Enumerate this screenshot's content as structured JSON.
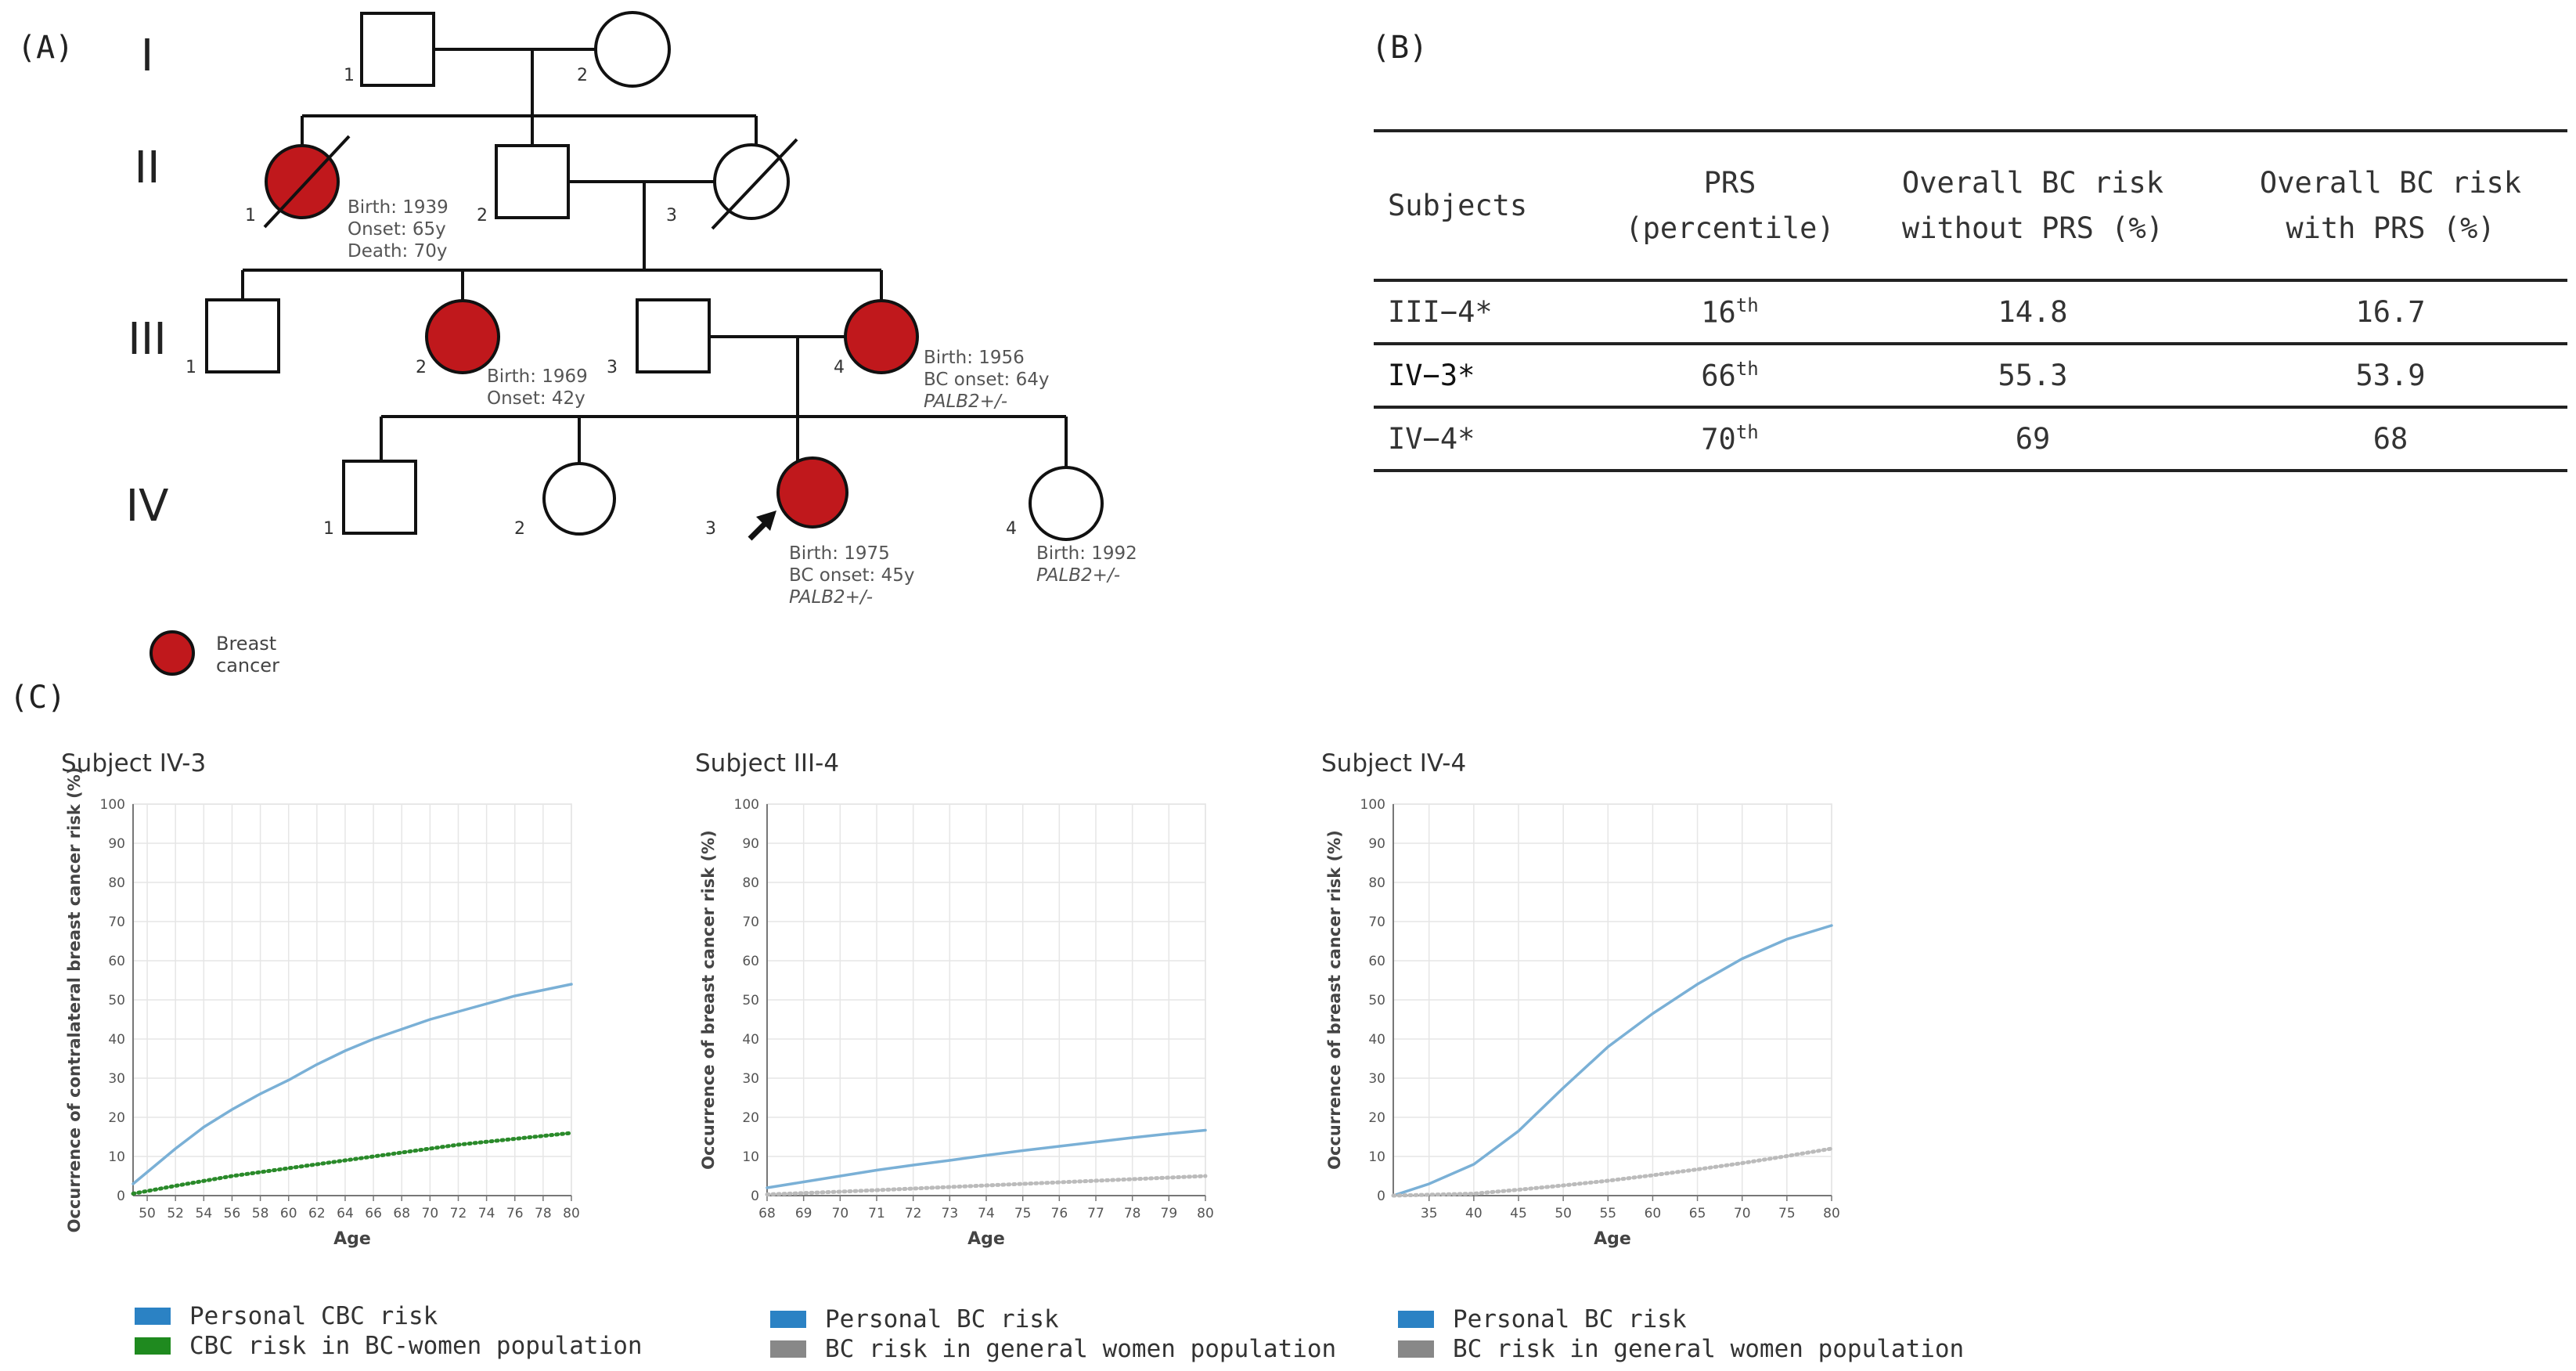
{
  "panels": {
    "a": "(A)",
    "b": "(B)",
    "c": "(C)"
  },
  "pedigree": {
    "generations": [
      "I",
      "II",
      "III",
      "IV"
    ],
    "individual_numbers": {
      "I1": "1",
      "I2": "2",
      "II1": "1",
      "II2": "2",
      "II3": "3",
      "III1": "1",
      "III2": "2",
      "III3": "3",
      "III4": "4",
      "IV1": "1",
      "IV2": "2",
      "IV3": "3",
      "IV4": "4"
    },
    "notes": {
      "II1": [
        "Birth: 1939",
        "Onset: 65y",
        "Death: 70y"
      ],
      "III2": [
        "Birth: 1969",
        "Onset: 42y"
      ],
      "III4": [
        "Birth: 1956",
        "BC onset: 64y",
        "PALB2+/-"
      ],
      "IV3": [
        "Birth: 1975",
        "BC onset: 45y",
        "PALB2+/-"
      ],
      "IV4": [
        "Birth: 1992",
        "PALB2+/-"
      ]
    },
    "legend": {
      "line1": "Breast",
      "line2": "cancer"
    },
    "affected_color": "#c0181c"
  },
  "table": {
    "headers": {
      "subjects": "Subjects",
      "prs_1": "PRS",
      "prs_2": "(percentile)",
      "without_1": "Overall BC risk",
      "without_2": "without PRS (%)",
      "with_1": "Overall BC risk",
      "with_2": "with PRS (%)"
    },
    "rows": [
      {
        "subject": "III−4*",
        "prs": "16",
        "prs_sup": "th",
        "without": "14.8",
        "with": "16.7"
      },
      {
        "subject": "IV−3*",
        "prs": "66",
        "prs_sup": "th",
        "without": "55.3",
        "with": "53.9"
      },
      {
        "subject": "IV−4*",
        "prs": "70",
        "prs_sup": "th",
        "without": "69",
        "with": "68"
      }
    ]
  },
  "chart_data": [
    {
      "type": "line",
      "title": "Subject IV-3",
      "xlabel": "Age",
      "ylabel": "Occurrence of contralateral breast cancer risk (%)",
      "x_ticks": [
        "50",
        "52",
        "54",
        "56",
        "58",
        "60",
        "62",
        "64",
        "66",
        "68",
        "70",
        "72",
        "74",
        "76",
        "78",
        "80"
      ],
      "xlim": [
        49,
        80
      ],
      "ylim": [
        0,
        100
      ],
      "y_ticks": [
        "0",
        "10",
        "20",
        "30",
        "40",
        "50",
        "60",
        "70",
        "80",
        "90",
        "100"
      ],
      "grid": true,
      "series": [
        {
          "name": "Personal CBC risk",
          "color": "#7ab0d6",
          "style": "solid",
          "x": [
            49,
            50,
            52,
            54,
            56,
            58,
            60,
            62,
            64,
            66,
            68,
            70,
            72,
            74,
            76,
            78,
            80
          ],
          "y": [
            3,
            6,
            12,
            17.5,
            22,
            26,
            29.5,
            33.5,
            37,
            40,
            42.5,
            45,
            47,
            49,
            51,
            52.5,
            54
          ]
        },
        {
          "name": "CBC risk in BC-women population",
          "color": "#2a8a2a",
          "style": "dotted",
          "x": [
            49,
            52,
            56,
            60,
            64,
            68,
            72,
            76,
            80
          ],
          "y": [
            0.5,
            2.5,
            5,
            7,
            9,
            11,
            13,
            14.5,
            16
          ]
        }
      ],
      "legend": [
        "Personal CBC risk",
        "CBC risk in BC-women population"
      ],
      "legend_colors": [
        "#2b82c4",
        "#1f8a1f"
      ]
    },
    {
      "type": "line",
      "title": "Subject III-4",
      "xlabel": "Age",
      "ylabel": "Occurrence of breast cancer risk (%)",
      "x_ticks": [
        "68",
        "69",
        "70",
        "71",
        "72",
        "73",
        "74",
        "75",
        "76",
        "77",
        "78",
        "79",
        "80"
      ],
      "xlim": [
        68,
        80
      ],
      "ylim": [
        0,
        100
      ],
      "y_ticks": [
        "0",
        "10",
        "20",
        "30",
        "40",
        "50",
        "60",
        "70",
        "80",
        "90",
        "100"
      ],
      "grid": true,
      "series": [
        {
          "name": "Personal BC risk",
          "color": "#7ab0d6",
          "style": "solid",
          "x": [
            68,
            69,
            70,
            71,
            72,
            73,
            74,
            75,
            76,
            77,
            78,
            79,
            80
          ],
          "y": [
            2,
            3.5,
            5,
            6.5,
            7.8,
            9,
            10.3,
            11.5,
            12.6,
            13.7,
            14.8,
            15.8,
            16.7
          ]
        },
        {
          "name": "BC risk in general women population",
          "color": "#bbbbbb",
          "style": "dotted",
          "x": [
            68,
            70,
            72,
            74,
            76,
            78,
            80
          ],
          "y": [
            0.3,
            1,
            1.8,
            2.6,
            3.4,
            4.2,
            5
          ]
        }
      ],
      "legend": [
        "Personal BC risk",
        "BC risk in general women population"
      ],
      "legend_colors": [
        "#2b82c4",
        "#888888"
      ]
    },
    {
      "type": "line",
      "title": "Subject IV-4",
      "xlabel": "Age",
      "ylabel": "Occurrence of breast cancer risk (%)",
      "x_ticks": [
        "35",
        "40",
        "45",
        "50",
        "55",
        "60",
        "65",
        "70",
        "75",
        "80"
      ],
      "xlim": [
        31,
        80
      ],
      "ylim": [
        0,
        100
      ],
      "y_ticks": [
        "0",
        "10",
        "20",
        "30",
        "40",
        "50",
        "60",
        "70",
        "80",
        "90",
        "100"
      ],
      "grid": true,
      "series": [
        {
          "name": "Personal BC risk",
          "color": "#7ab0d6",
          "style": "solid",
          "x": [
            31,
            35,
            40,
            45,
            50,
            55,
            60,
            65,
            70,
            75,
            80
          ],
          "y": [
            0,
            3,
            8,
            16.5,
            27.5,
            38,
            46.5,
            54,
            60.5,
            65.5,
            69
          ]
        },
        {
          "name": "BC risk in general women population",
          "color": "#bbbbbb",
          "style": "dotted",
          "x": [
            31,
            40,
            45,
            50,
            55,
            60,
            65,
            70,
            75,
            80
          ],
          "y": [
            0,
            0.5,
            1.5,
            2.6,
            3.8,
            5.2,
            6.7,
            8.3,
            10.1,
            12
          ]
        }
      ],
      "legend": [
        "Personal BC risk",
        "BC risk in general women population"
      ],
      "legend_colors": [
        "#2b82c4",
        "#888888"
      ]
    }
  ]
}
